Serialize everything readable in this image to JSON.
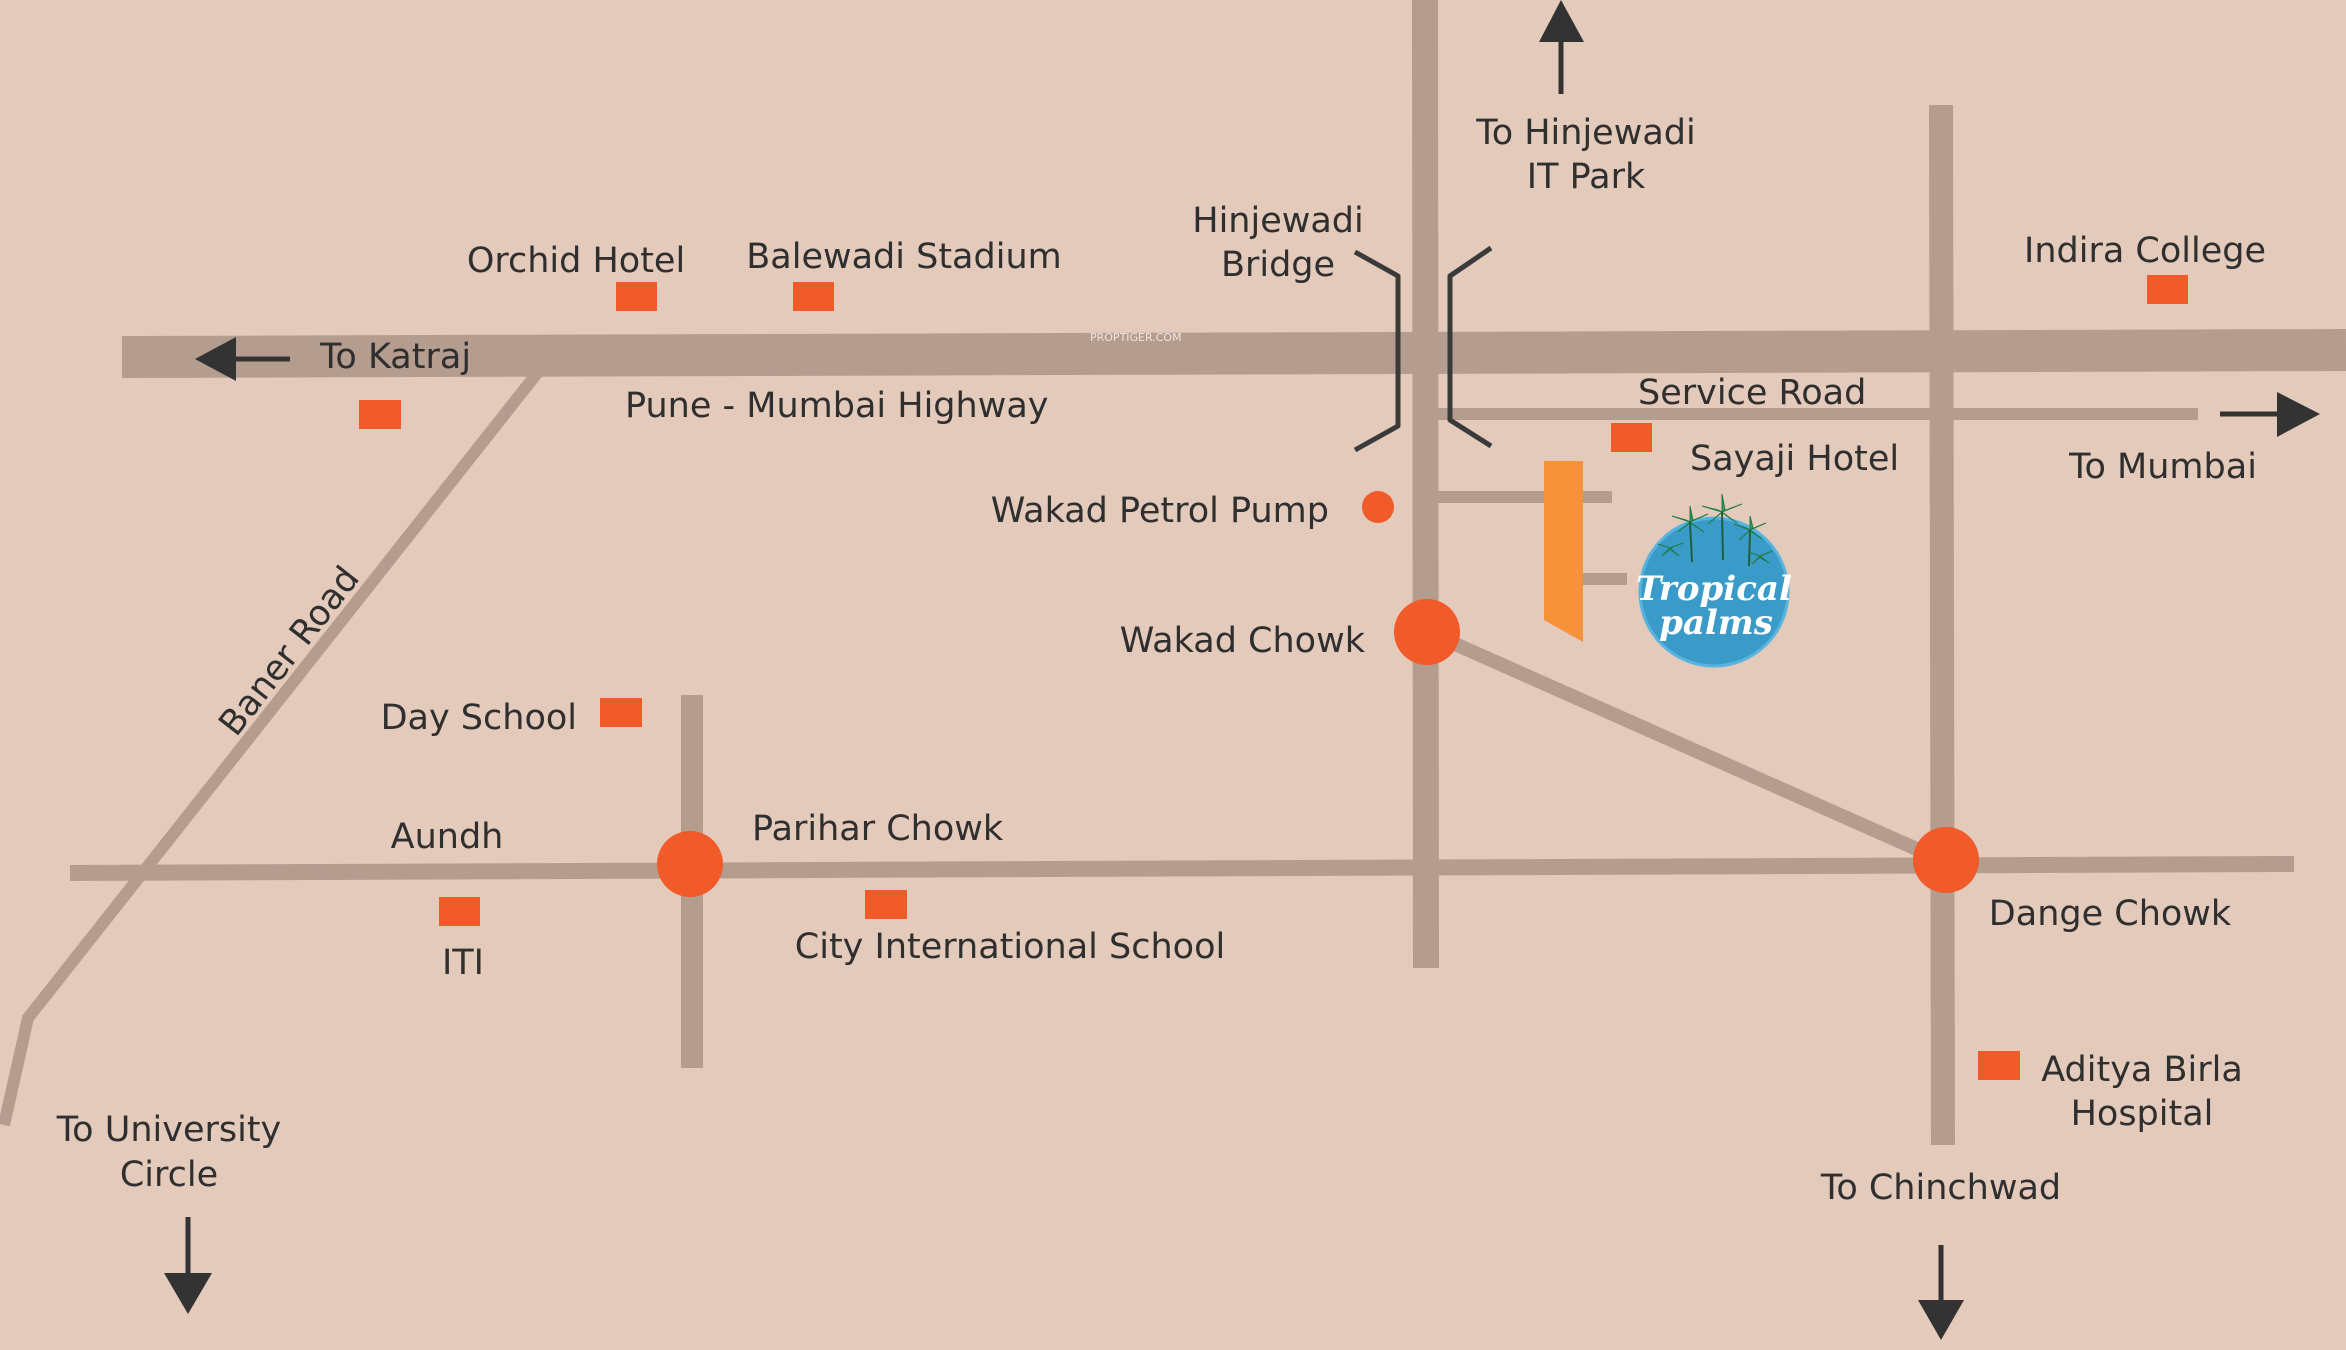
{
  "colors": {
    "background": "#e3cabb",
    "road": "#b49c8f",
    "marker": "#f15a29",
    "project_block": "#f7923a",
    "arrow": "#333333",
    "bridge": "#3a3a3a",
    "logo_circle": "#3a9bc9",
    "palm_green": "#2f9e5c"
  },
  "title_watermark": "PROPTIGER.COM",
  "project": {
    "logo_line1": "Tropical",
    "logo_line2": "palms",
    "icon": "palm-tree-logo"
  },
  "roads": {
    "highway": "Pune - Mumbai Highway",
    "service_road": "Service Road",
    "baner_road": "Baner Road"
  },
  "bridge": {
    "line1": "Hinjewadi",
    "line2": "Bridge"
  },
  "directions": {
    "katraj": "To Katraj",
    "mumbai": "To Mumbai",
    "hinjewadi_line1": "To Hinjewadi",
    "hinjewadi_line2": "IT Park",
    "university_line1": "To University",
    "university_line2": "Circle",
    "chinchwad": "To Chinchwad"
  },
  "junctions": {
    "wakad_chowk": "Wakad Chowk",
    "parihar_chowk": "Parihar Chowk",
    "dange_chowk": "Dange Chowk"
  },
  "landmarks": {
    "orchid_hotel": "Orchid Hotel",
    "balewadi_stadium": "Balewadi Stadium",
    "indira_college": "Indira College",
    "sayaji_hotel": "Sayaji Hotel",
    "wakad_petrol_pump": "Wakad Petrol Pump",
    "day_school": "Day School",
    "aundh": "Aundh",
    "iti": "ITI",
    "city_international_school": "City International School",
    "aditya_birla_line1": "Aditya Birla",
    "aditya_birla_line2": "Hospital"
  }
}
